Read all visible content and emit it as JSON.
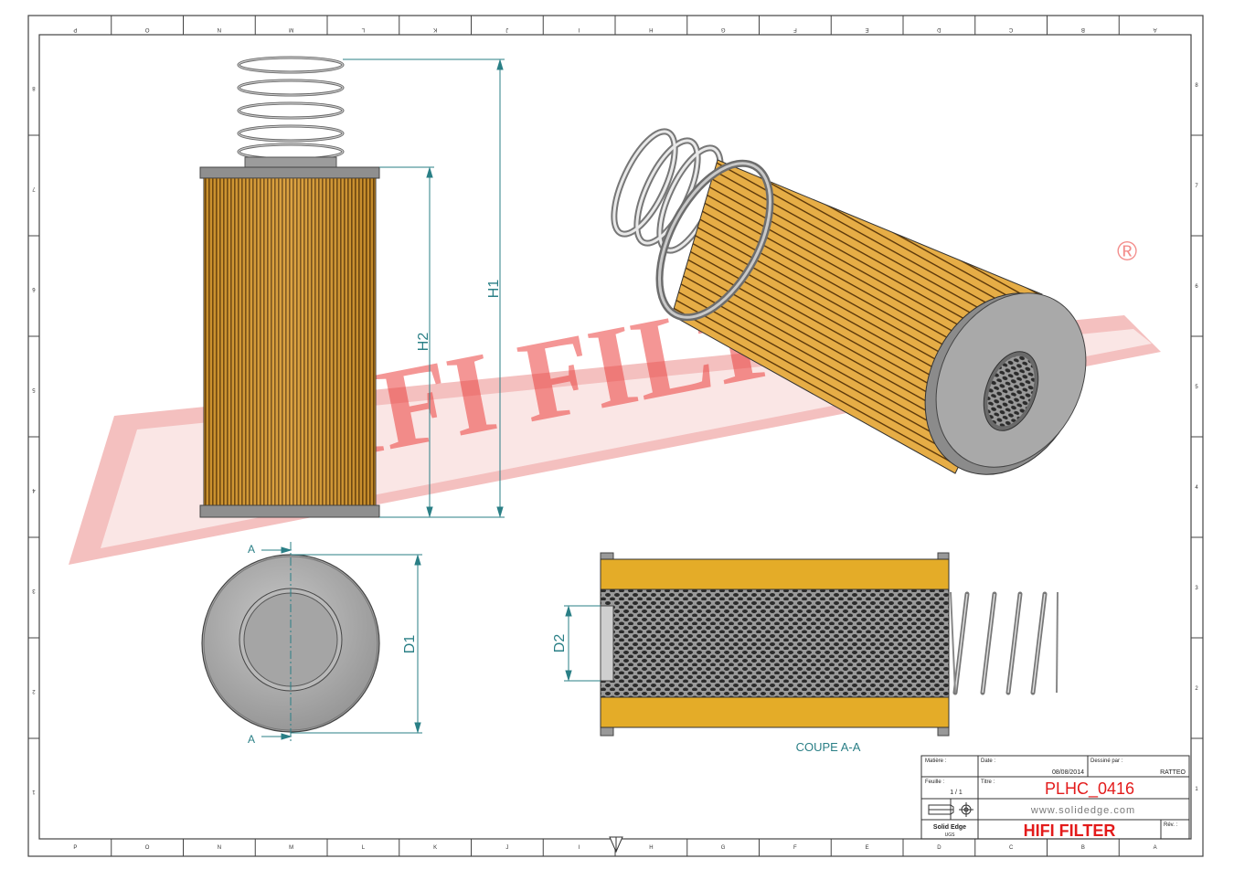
{
  "border": {
    "top_labels": [
      "P",
      "O",
      "N",
      "M",
      "L",
      "K",
      "J",
      "I",
      "H",
      "G",
      "F",
      "E",
      "D",
      "C",
      "B",
      "A"
    ],
    "bottom_labels": [
      "P",
      "O",
      "N",
      "M",
      "L",
      "K",
      "J",
      "I",
      "H",
      "G",
      "F",
      "E",
      "D",
      "C",
      "B",
      "A"
    ],
    "side_labels": [
      "8",
      "7",
      "6",
      "5",
      "4",
      "3",
      "2",
      "1"
    ]
  },
  "watermark": {
    "text": "HIFI FILTER",
    "mark": "®"
  },
  "dimensions": {
    "h1": "H1",
    "h2": "H2",
    "d1": "D1",
    "d2": "D2",
    "section_mark": "A"
  },
  "section_caption": "COUPE A-A",
  "title_block": {
    "matiere_label": "Matière :",
    "date_label": "Date :",
    "date_value": "08/08/2014",
    "dessine_label": "Dessiné par :",
    "dessine_value": "RATTEO",
    "feuille_label": "Feuille :",
    "feuille_value": "1 / 1",
    "titre_label": "Titre :",
    "titre_value": "PLHC_0416",
    "url": "www.solidedge.com",
    "software": "Solid Edge",
    "software_sub": "UGS",
    "company": "HIFI FILTER",
    "rev_label": "Rév. :"
  },
  "colors": {
    "accent": "#2a7f86",
    "watermark": "#e8201d",
    "title": "#e31b1b",
    "paper": "#e1a72a"
  }
}
